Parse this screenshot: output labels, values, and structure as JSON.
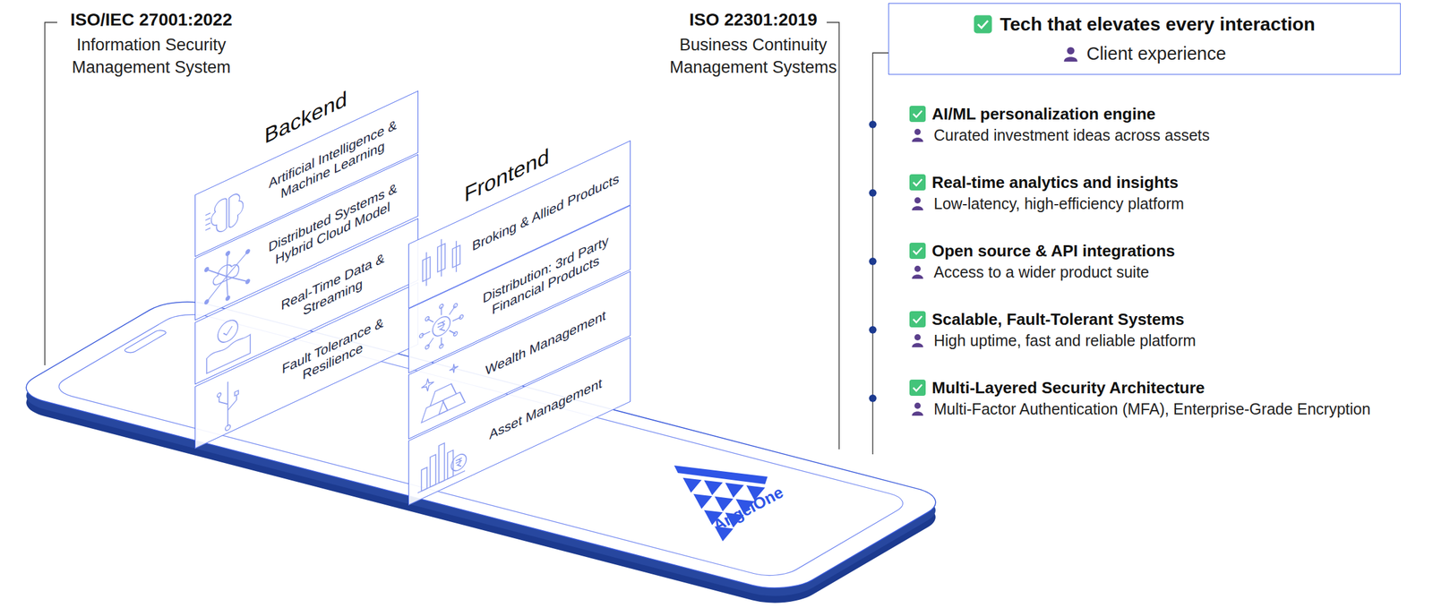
{
  "diagram": {
    "nodes": [
      {
        "text": [
          "Artificial Intelligence & Machine Learning"
        ]
      },
      {
        "text": [
          "Distributed Systems & Hybrid Cloud Model"
        ]
      },
      {
        "text": [
          "Real-Time Data & Streaming"
        ]
      },
      {
        "text": [
          "Fault Tolerance & Resilience"
        ]
      },
      {
        "text": [
          "Broking & Allied Products"
        ]
      },
      {
        "text": [
          "Distribution: 3rd Party Financial Products"
        ]
      },
      {
        "text": [
          "Wealth Management"
        ]
      },
      {
        "text": [
          "Asset Management"
        ]
      },
      {
        "text": [
          "Tech that elevates every interaction",
          "Client experience"
        ]
      }
    ],
    "labels": [
      "ISO/IEC 27001:2022",
      "Information Security Management System",
      "ISO 22301:2019",
      "Business Continuity Management Systems",
      "Backend",
      "Frontend",
      "AI/ML personalization engine",
      "Curated investment ideas across assets",
      "Real-time analytics and insights",
      "Low-latency, high-efficiency platform",
      "Open source & API integrations",
      "Access to a wider product suite",
      "Scalable, Fault-Tolerant Systems",
      "High uptime, fast and reliable platform",
      "Multi-Layered Security Architecture",
      "Multi-Factor Authentication (MFA), Enterprise-Grade Encryption",
      "AngelOne"
    ]
  }
}
